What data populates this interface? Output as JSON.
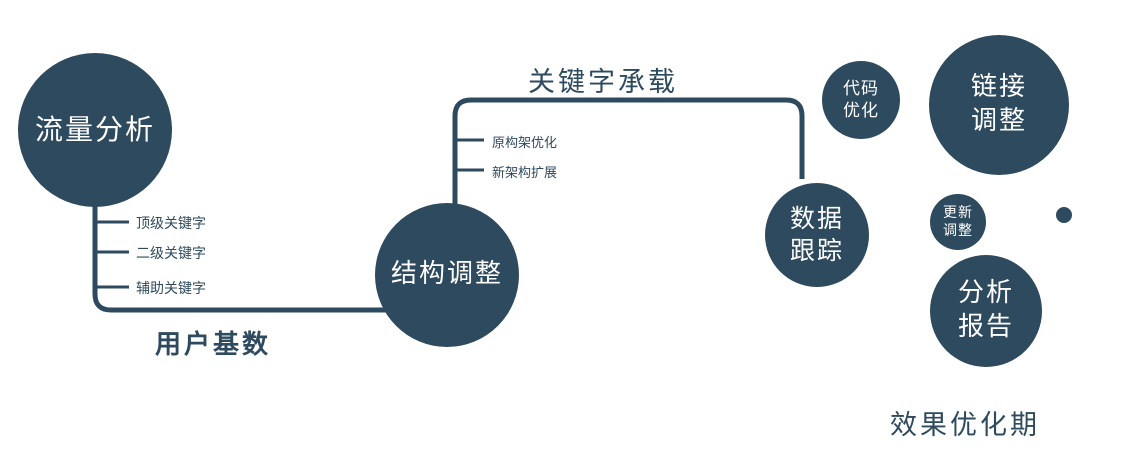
{
  "diagram": {
    "nodes": {
      "traffic": {
        "label": "流量分析"
      },
      "structure": {
        "label": "结构调整"
      },
      "tracking": {
        "line1": "数据",
        "line2": "跟踪"
      },
      "code": {
        "line1": "代码",
        "line2": "优化"
      },
      "link": {
        "line1": "链接",
        "line2": "调整"
      },
      "update": {
        "line1": "更新",
        "line2": "调整"
      },
      "report": {
        "line1": "分析",
        "line2": "报告"
      }
    },
    "edge_labels": {
      "user_base": "用户基数",
      "keyword_carry": "关键字承载"
    },
    "left_branch": [
      "顶级关键字",
      "二级关键字",
      "辅助关键字"
    ],
    "mid_branch": [
      "原构架优化",
      "新架构扩展"
    ],
    "caption": "效果优化期",
    "colors": {
      "primary": "#2e4a5e",
      "background": "#ffffff"
    }
  }
}
